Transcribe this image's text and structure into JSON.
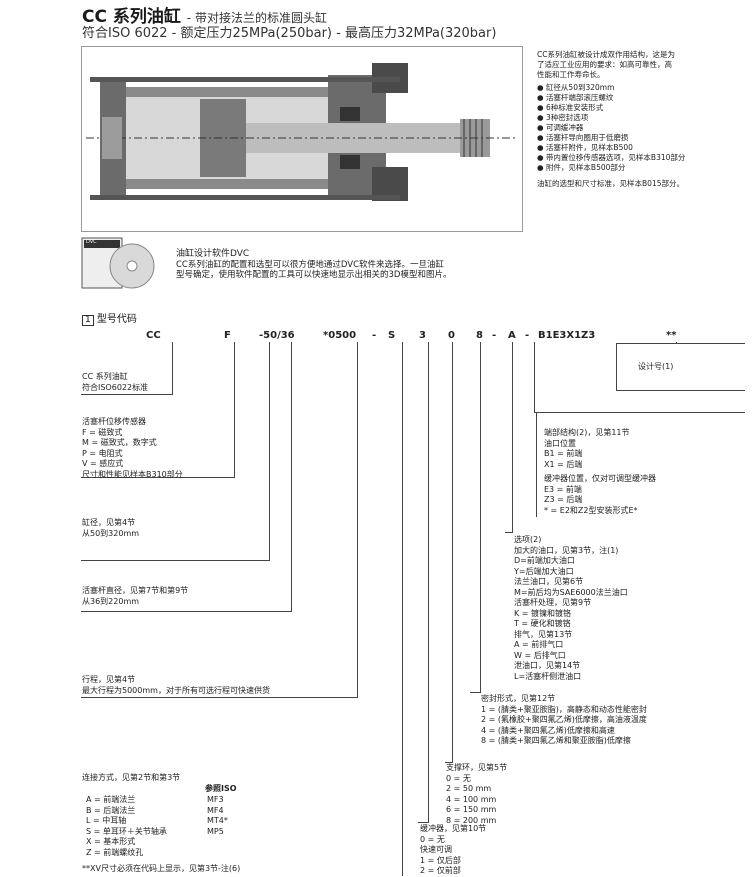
{
  "header": {
    "title": "CC 系列油缸",
    "subtitle": "- 带对接法兰的标准圆头缸",
    "line2": "符合ISO 6022 - 额定压力25MPa(250bar) - 最高压力32MPa(320bar)"
  },
  "intro": {
    "para": [
      "CC系列油缸被设计成双作用结构，这是为",
      "了适应工业应用的要求：如高可靠性，高",
      "性能和工作寿命长。"
    ],
    "bullets": [
      "缸径从50到320mm",
      "活塞杆端部滚压螺纹",
      "6种标准安装形式",
      "3种密封选项",
      "可调缓冲器",
      "活塞杆导向圈用于低磨损",
      "活塞杆附件，见样本B500",
      "带内置位移传感器选项，见样本B310部分",
      "附件，见样本B500部分"
    ],
    "footer": "油缸的选型和尺寸标准，见样本B015部分。"
  },
  "software": {
    "title": "油缸设计软件DVC",
    "text": [
      "CC系列油缸的配置和选型可以很方便地通过DVC软件来选择。一旦油缸",
      "型号确定，使用软件配置的工具可以快速地显示出相关的3D模型和图片。"
    ],
    "cd_label": "DVC"
  },
  "section": {
    "num": "1",
    "title": "型号代码"
  },
  "code": [
    "CC",
    "F",
    "-50/36",
    "*0500",
    "-",
    "S",
    "3",
    "0",
    "8",
    "-",
    "A",
    "-",
    "B1E3X1Z3",
    "**"
  ],
  "left_blocks": {
    "cc": [
      "CC 系列油缸",
      "符合ISO6022标准"
    ],
    "sensor": [
      "活塞杆位移传感器",
      "F = 磁致式",
      "M = 磁致式，数字式",
      "P = 电阻式",
      "V = 感应式",
      "尺寸和性能见样本B310部分"
    ],
    "bore": [
      "缸径，见第4节",
      "从50到320mm"
    ],
    "rod": [
      "活塞杆直径，见第7节和第9节",
      "从36到220mm"
    ],
    "stroke": [
      "行程，见第4节",
      "最大行程为5000mm，对于所有可选行程可快速供货"
    ],
    "mounting_title": "连接方式，见第2节和第3节",
    "mounting_ref": "参照ISO",
    "mounting": [
      [
        "A = 前端法兰",
        "MF3"
      ],
      [
        "B = 后端法兰",
        "MF4"
      ],
      [
        "L = 中耳轴",
        "MT4*"
      ],
      [
        "S = 单耳环＋关节轴承",
        "MP5"
      ],
      [
        "X = 基本形式",
        ""
      ],
      [
        "Z = 前端螺纹孔",
        ""
      ]
    ],
    "footnote": "**XV尺寸必须在代码上显示，见第3节-注(6)"
  },
  "right_blocks": {
    "design": "设计号(1)",
    "ends": [
      "端部结构(2)，见第11节",
      "油口位置",
      "B1 = 前端",
      "X1 = 后端",
      "缓冲器位置，仅对可调型缓冲器",
      "E3 = 前端",
      "Z3 = 后端",
      "* = E2和Z2型安装形式E*"
    ],
    "options": [
      "选项(2)",
      "加大的油口，见第3节，注(1)",
      "D=前端加大油口",
      "Y=后端加大油口",
      "法兰油口，见第6节",
      "M=前后均为SAE6000法兰油口",
      "活塞杆处理，见第9节",
      "K = 镀镍和镀铬",
      "T = 硬化和镀铬",
      "排气，见第13节",
      "A = 前排气口",
      "W = 后排气口",
      "泄油口，见第14节",
      "L=活塞杆侧泄油口"
    ],
    "seals": [
      "密封形式，见第12节",
      "1 = (腈类+聚亚胺脂)，高静态和动态性能密封",
      "2 = (氟橡胶+聚四氟乙烯)低摩擦，高油液温度",
      "4 = (腈类+聚四氟乙烯)低摩擦和高速",
      "8 = (腈类+聚四氟乙烯和聚亚胺脂)低摩擦"
    ],
    "spacer": [
      "支撑环，见第5节",
      "0 = 无",
      "2 = 50 mm",
      "4 = 100 mm",
      "6 = 150 mm",
      "8 = 200 mm"
    ],
    "cushion": [
      "缓冲器，见第10节",
      "0 = 无",
      "快速可调",
      "1 = 仅后部",
      "2 = 仅前部"
    ]
  }
}
